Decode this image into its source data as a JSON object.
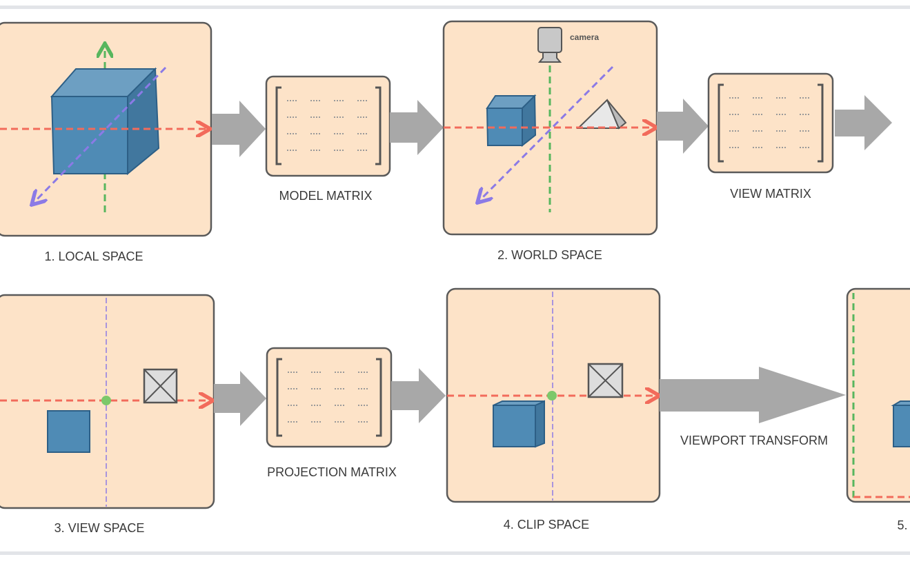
{
  "labels": {
    "local_space": "1. LOCAL SPACE",
    "model_matrix": "MODEL MATRIX",
    "world_space": "2. WORLD SPACE",
    "camera": "camera",
    "view_matrix": "VIEW MATRIX",
    "view_space": "3. VIEW SPACE",
    "projection_matrix": "PROJECTION MATRIX",
    "clip_space": "4. CLIP SPACE",
    "viewport_transform": "VIEWPORT TRANSFORM",
    "screen_space_partial": "5."
  },
  "colors": {
    "panel": "#fde3c8",
    "x_axis": "#f26b5b",
    "y_axis": "#58b65e",
    "z_axis": "#8b7ae6",
    "cube": "#4f8bb5",
    "arrow": "#a8a8a8"
  }
}
